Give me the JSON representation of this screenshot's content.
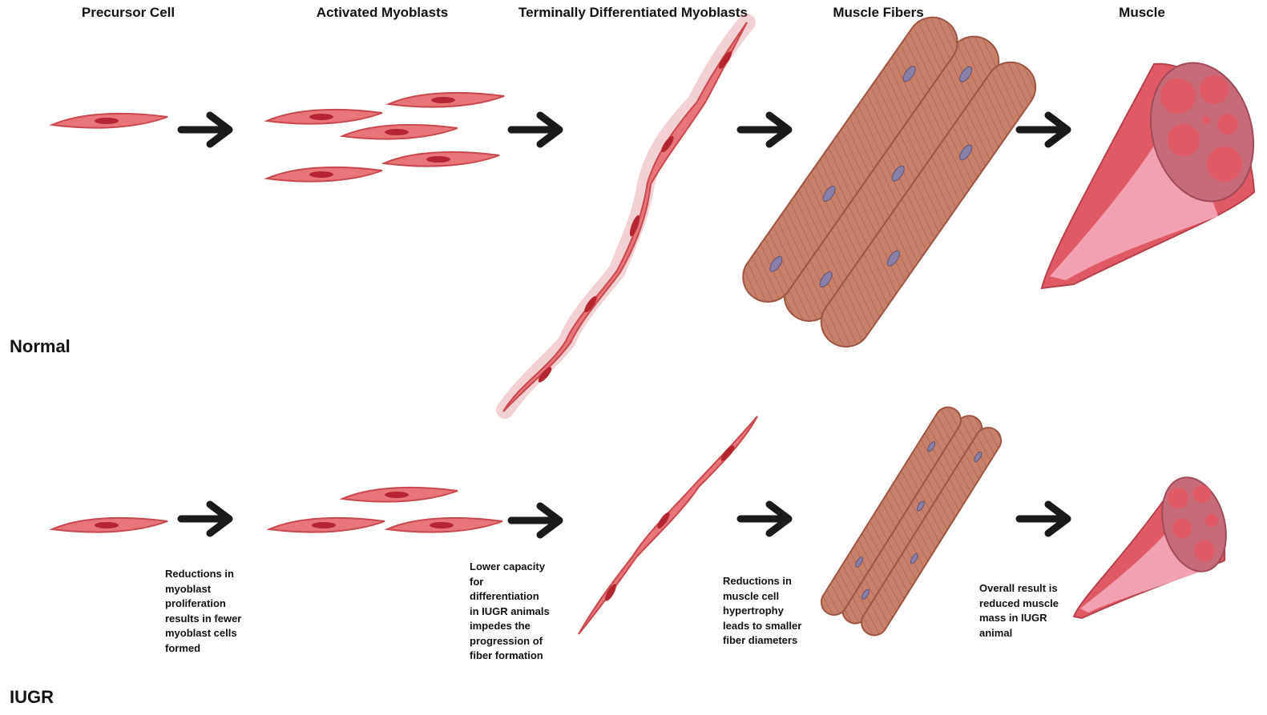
{
  "stages": [
    "Precursor Cell",
    "Activated Myoblasts",
    "Terminally Differentiated Myoblasts",
    "Muscle Fibers",
    "Muscle"
  ],
  "rows": {
    "normal": "Normal",
    "iugr": "IUGR"
  },
  "notes": {
    "proliferation": [
      "Reductions in",
      "myoblast",
      "proliferation",
      "results in fewer",
      "myoblast cells",
      "formed"
    ],
    "differentiation": [
      "Lower capacity",
      "for",
      "differentiation",
      "in IUGR animals",
      "impedes the",
      "progression of",
      "fiber formation"
    ],
    "hypertrophy": [
      "Reductions in",
      "muscle cell",
      "hypertrophy",
      "leads to smaller",
      "fiber diameters"
    ],
    "result": [
      "Overall result is",
      "reduced muscle",
      "mass in IUGR",
      "animal"
    ]
  },
  "colors": {
    "cell_fill": "#e8757a",
    "cell_stroke": "#c9474f",
    "nucleus": "#b3262f",
    "fiber_fill": "#c9806a",
    "fiber_stroke": "#9e5443",
    "fiber_nucleus": "#8a7fa6",
    "muscle_outer": "#e05a66",
    "muscle_inner": "#f3a0b3",
    "muscle_section": "#c76a7a",
    "arrow": "#1a1a1a"
  }
}
